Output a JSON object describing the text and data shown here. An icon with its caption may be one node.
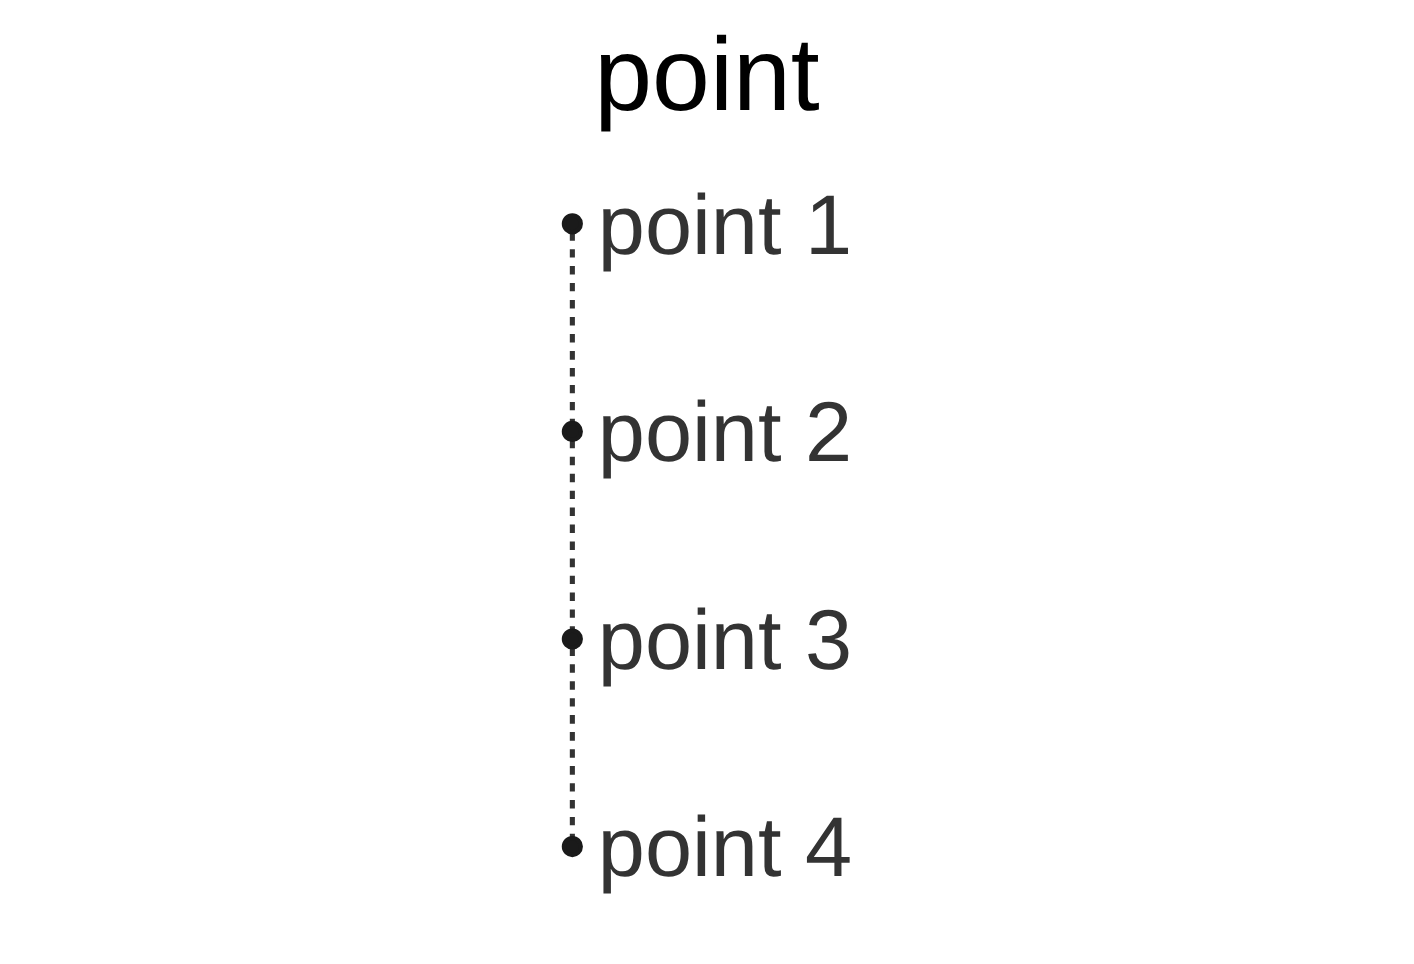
{
  "diagram": {
    "title": "point",
    "nodes": [
      {
        "text": [],
        "shape": "circle",
        "beside": [
          "point 1"
        ]
      },
      {
        "text": [],
        "shape": "circle",
        "beside": [
          "point 2"
        ]
      },
      {
        "text": [],
        "shape": "circle",
        "beside": [
          "point 3"
        ]
      },
      {
        "text": [],
        "shape": "circle",
        "beside": [
          "point 4"
        ]
      }
    ],
    "edges": [
      {
        "from": 0,
        "to": 1,
        "arrow": "none",
        "style": "dashed"
      },
      {
        "from": 1,
        "to": 2,
        "arrow": "none",
        "style": "dashed"
      },
      {
        "from": 2,
        "to": 3,
        "arrow": "none",
        "style": "dashed"
      }
    ]
  }
}
